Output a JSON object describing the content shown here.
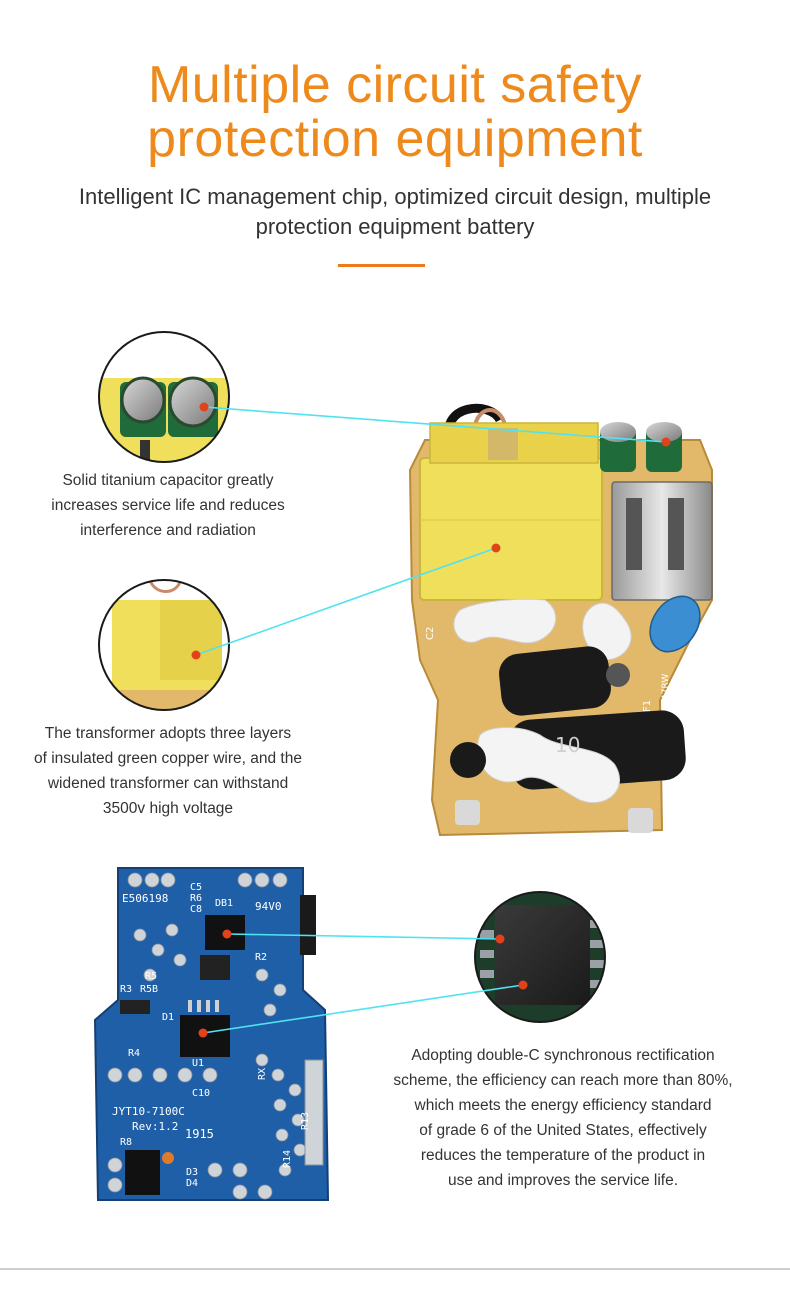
{
  "header": {
    "title_line1": "Multiple circuit safety",
    "title_line2": "protection equipment",
    "subtitle_line1": "Intelligent IC management chip, optimized circuit design, multiple",
    "subtitle_line2": "protection equipment battery"
  },
  "callouts": {
    "capacitor": {
      "lines": [
        "Solid titanium capacitor greatly",
        "increases service life and reduces",
        "interference and radiation"
      ]
    },
    "transformer": {
      "lines": [
        "The transformer adopts three layers",
        "of insulated green copper wire, and the",
        "widened transformer can withstand",
        "3500v high voltage"
      ]
    },
    "rectification": {
      "lines": [
        "Adopting double-C synchronous rectification",
        "scheme, the efficiency can reach more than 80%,",
        "which meets the energy efficiency standard",
        "of grade 6 of the United States, effectively",
        "reduces the temperature of the product in",
        "use and improves the service life."
      ]
    }
  },
  "board_labels": {
    "top_board": [
      "C2",
      "10",
      "F1",
      "47RW"
    ],
    "blue_board": [
      "C5",
      "R6",
      "C8",
      "E506198",
      "DB1",
      "94V0",
      "R5",
      "R5B",
      "R3",
      "R4",
      "D1",
      "U1",
      "C10",
      "JYT10-7100C",
      "Rev:1.2",
      "1915",
      "R8",
      "R2",
      "R13",
      "R14",
      "D3",
      "D4",
      "RX"
    ]
  },
  "colors": {
    "accent_orange": "#ee8a1c",
    "divider_orange": "#ee7a1c",
    "leader_cyan": "#4fe3f0",
    "dot_red": "#e0431a",
    "pcb_blue": "#1f5fa8",
    "pcb_tan": "#e2b96a",
    "transformer_yellow": "#f0df5a"
  }
}
